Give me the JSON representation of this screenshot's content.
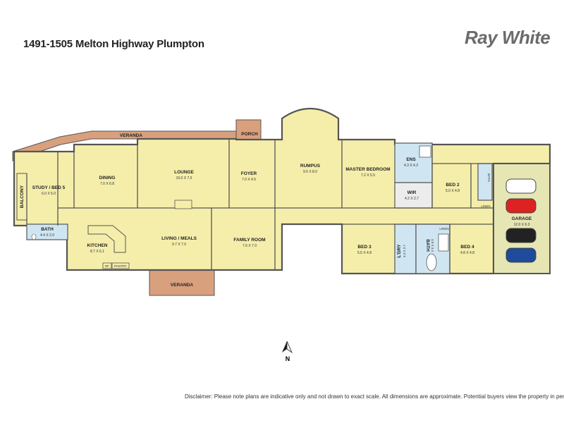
{
  "title": "1491-1505 Melton Highway Plumpton",
  "brand": "Ray White",
  "disclaimer": "Disclaimer: Please note plans are indicative only and not drawn to exact scale. All dimensions are approximate. Potential buyers view the property in person.",
  "compass": "N",
  "colors": {
    "floor": "#f5eeaa",
    "wall": "#555555",
    "veranda": "#d9a07d",
    "wet": "#cfe6f2",
    "garage": "#e6e6b4"
  },
  "rooms": {
    "veranda_top": {
      "name": "VERANDA",
      "dim": ""
    },
    "porch": {
      "name": "PORCH",
      "dim": ""
    },
    "dining": {
      "name": "DINING",
      "dim": "7.0 X 6.8"
    },
    "lounge": {
      "name": "LOUNGE",
      "dim": "10.0 X 7.0"
    },
    "foyer": {
      "name": "FOYER",
      "dim": "7.0 X 4.5"
    },
    "rumpus": {
      "name": "RUMPUS",
      "dim": "9.5 X 8.0"
    },
    "master": {
      "name": "MASTER BEDROOM",
      "dim": "7.2 X 5.5"
    },
    "ens": {
      "name": "ENS",
      "dim": "4.3 X 4.2"
    },
    "wir": {
      "name": "WIR",
      "dim": "4.2 X 2.7"
    },
    "bed2": {
      "name": "BED 2",
      "dim": "5.0 X 4.8"
    },
    "bath_small": {
      "name": "BATH",
      "dim": ""
    },
    "linen1": {
      "name": "LINEN",
      "dim": ""
    },
    "garage": {
      "name": "GARAGE",
      "dim": "12.0 X 6.3"
    },
    "study": {
      "name": "STUDY / BED 5",
      "dim": "6.0 X 5.0"
    },
    "balcony": {
      "name": "BALCONY",
      "dim": ""
    },
    "bath_left": {
      "name": "BATH",
      "dim": "4.4 X 2.0"
    },
    "kitchen": {
      "name": "KITCHEN",
      "dim": "8.7 X 6.1"
    },
    "living": {
      "name": "LIVING / MEALS",
      "dim": "9.7 X 7.0"
    },
    "family": {
      "name": "FAMILY ROOM",
      "dim": "7.0 X 7.0"
    },
    "bed3": {
      "name": "BED 3",
      "dim": "5.5 X 4.8"
    },
    "ldry": {
      "name": "L'DRY",
      "dim": "4.4 X 2.7"
    },
    "bath_mid": {
      "name": "BATH",
      "dim": "4.8 X 3.4"
    },
    "linen2": {
      "name": "LINEN",
      "dim": ""
    },
    "bed4": {
      "name": "BED 4",
      "dim": "4.8 X 4.8"
    },
    "veranda_bottom": {
      "name": "VERANDA",
      "dim": ""
    },
    "rf": {
      "name": "RF",
      "dim": ""
    },
    "pantry": {
      "name": "PANTRY",
      "dim": ""
    }
  }
}
